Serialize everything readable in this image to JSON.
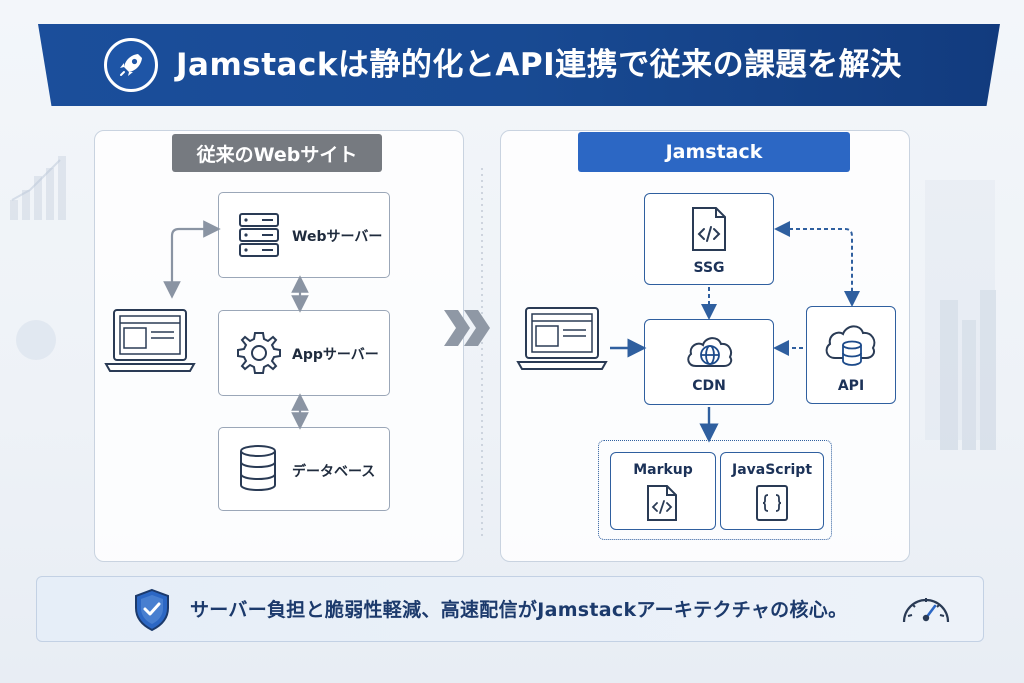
{
  "header": {
    "title": "Jamstackは静的化とAPI連携で従来の課題を解決",
    "icon": "rocket-icon"
  },
  "traditional": {
    "label": "従来のWebサイト",
    "nodes": [
      {
        "label": "Webサーバー",
        "icon": "server-icon"
      },
      {
        "label": "Appサーバー",
        "icon": "gear-icon"
      },
      {
        "label": "データベース",
        "icon": "database-icon"
      }
    ]
  },
  "jamstack": {
    "label": "Jamstack",
    "nodes": {
      "ssg": {
        "label": "SSG",
        "icon": "code-file-icon"
      },
      "cdn": {
        "label": "CDN",
        "icon": "cloud-globe-icon"
      },
      "api": {
        "label": "API",
        "icon": "cloud-database-icon"
      },
      "markup": {
        "label": "Markup",
        "icon": "code-file-icon"
      },
      "javascript": {
        "label": "JavaScript",
        "icon": "braces-file-icon"
      }
    }
  },
  "footer": {
    "text": "サーバー負担と脆弱性軽減、高速配信がJamstackアーキテクチャの核心。",
    "left_icon": "shield-check-icon",
    "right_icon": "speedometer-icon"
  },
  "colors": {
    "banner": "#1b4e9b",
    "accent_blue": "#2c67c4",
    "gray_label": "#767a80",
    "line_blue": "#2f5f9f",
    "line_gray": "#8a94a3"
  }
}
